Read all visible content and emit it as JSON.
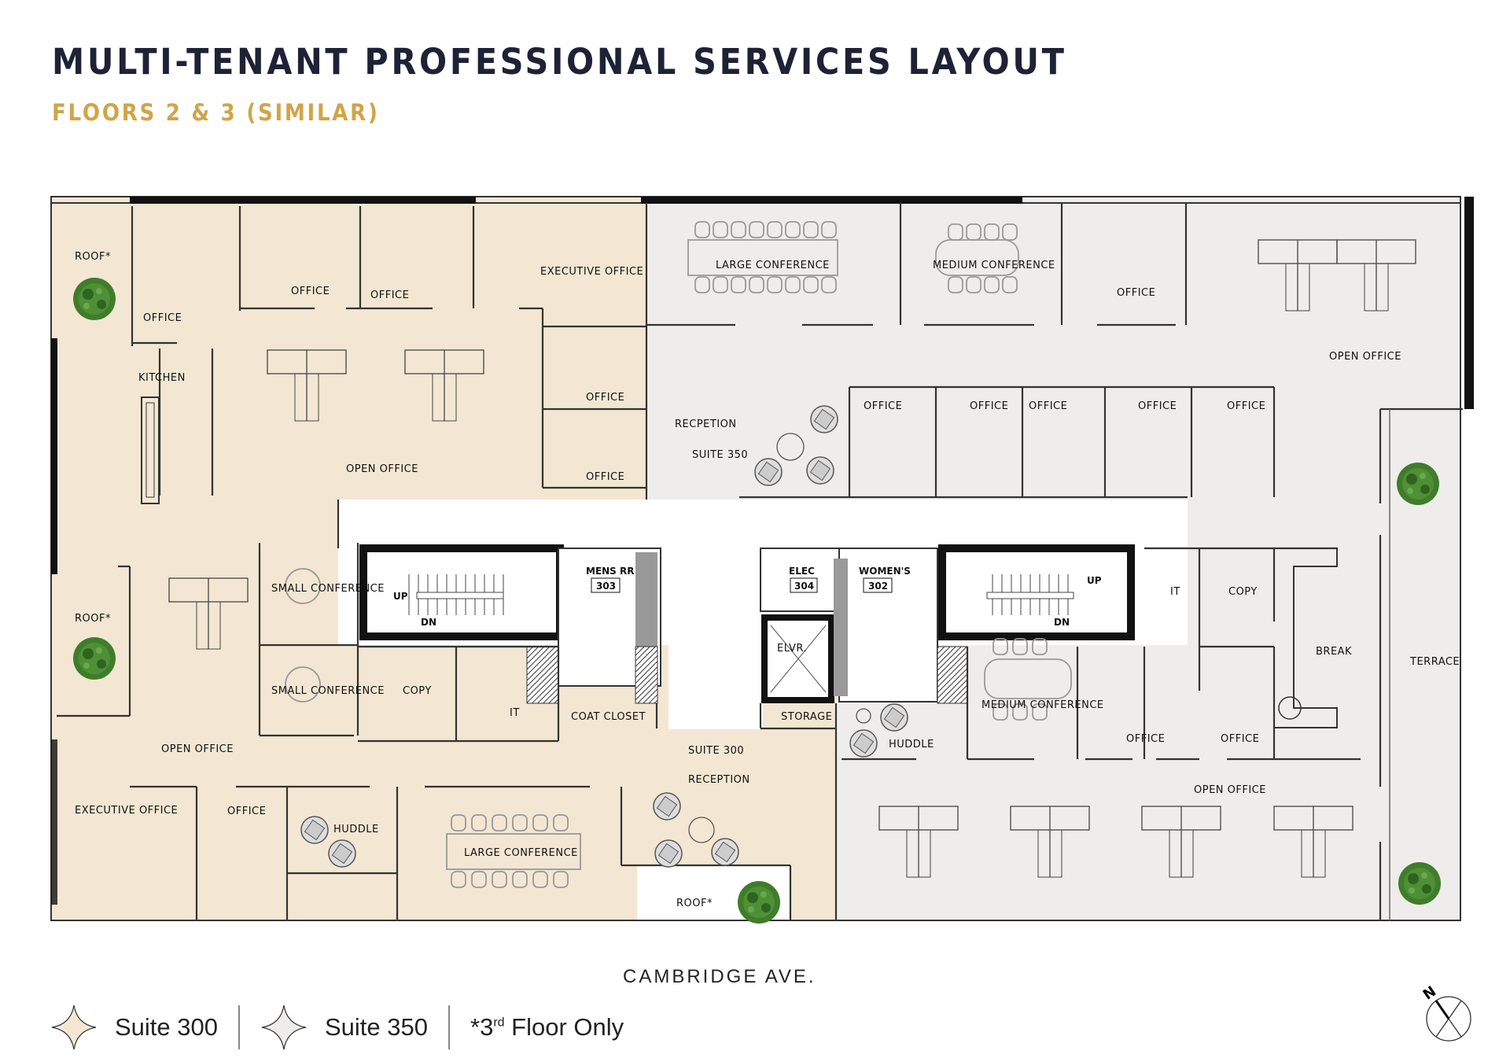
{
  "header": {
    "title": "MULTI-TENANT PROFESSIONAL SERVICES LAYOUT",
    "subtitle": "FLOORS 2 & 3 (SIMILAR)"
  },
  "colors": {
    "title": "#1e2236",
    "subtitle": "#d2a447",
    "suite_300_fill": "#F3E7D3",
    "suite_350_fill": "#EEEDEB",
    "wall": "#111111",
    "tree": "#3f7d2a"
  },
  "rooms": {
    "suite300": {
      "roof_top": "ROOF*",
      "office_nw": "OFFICE",
      "office_1": "OFFICE",
      "office_2": "OFFICE",
      "executive_office_n": "EXECUTIVE OFFICE",
      "kitchen": "KITCHEN",
      "open_office_n": "OPEN OFFICE",
      "office_e1": "OFFICE",
      "office_e2": "OFFICE",
      "roof_w": "ROOF*",
      "small_conference_1": "SMALL CONFERENCE",
      "small_conference_2": "SMALL CONFERENCE",
      "copy": "COPY",
      "it": "IT",
      "coat_closet": "COAT CLOSET",
      "open_office_w": "OPEN OFFICE",
      "executive_office_s": "EXECUTIVE OFFICE",
      "office_s": "OFFICE",
      "huddle": "HUDDLE",
      "large_conference": "LARGE CONFERENCE",
      "suite_label": "SUITE 300",
      "reception": "RECEPTION",
      "roof_s": "ROOF*",
      "storage": "STORAGE"
    },
    "core": {
      "stair_up": "UP",
      "stair_dn": "DN",
      "mens_rr": "MENS RR",
      "mens_rr_no": "303",
      "elec": "ELEC",
      "elec_no": "304",
      "womens": "WOMEN'S",
      "womens_no": "302",
      "elevator": "ELVR."
    },
    "suite350": {
      "large_conference": "LARGE CONFERENCE",
      "medium_conference_n": "MEDIUM CONFERENCE",
      "office_ne": "OFFICE",
      "open_office_ne": "OPEN OFFICE",
      "reception": "RECPETION",
      "suite_label": "SUITE 350",
      "office_row": [
        "OFFICE",
        "OFFICE",
        "OFFICE",
        "OFFICE",
        "OFFICE"
      ],
      "it": "IT",
      "copy": "COPY",
      "break": "BREAK",
      "terrace": "TERRACE",
      "huddle": "HUDDLE",
      "medium_conference_s": "MEDIUM CONFERENCE",
      "office_s1": "OFFICE",
      "office_s2": "OFFICE",
      "open_office_s": "OPEN OFFICE"
    }
  },
  "street": "CAMBRIDGE AVE.",
  "legend": {
    "items": [
      {
        "label": "Suite 300",
        "color": "#F3E7D3"
      },
      {
        "label": "Suite 350",
        "color": "#EEEDEB"
      }
    ],
    "note_prefix": "*3",
    "note_sup": "rd",
    "note_suffix": " Floor Only"
  },
  "north_arrow": {
    "label": "N"
  }
}
